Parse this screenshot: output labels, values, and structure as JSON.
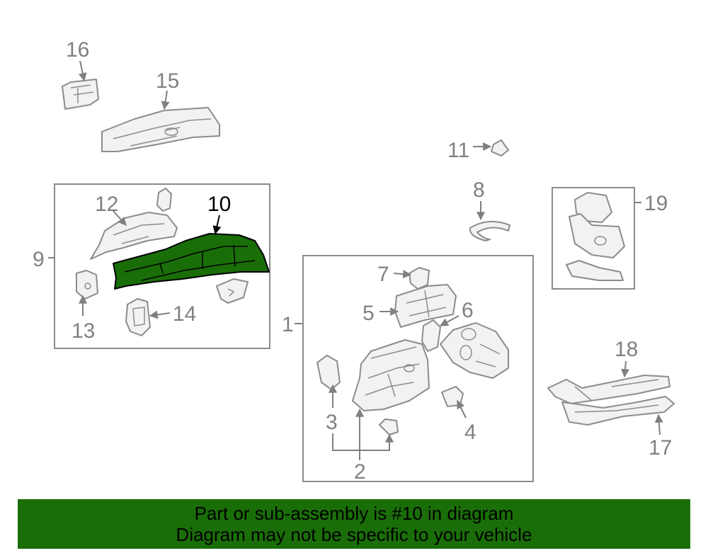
{
  "callouts": {
    "c1": "1",
    "c2": "2",
    "c3": "3",
    "c4": "4",
    "c5": "5",
    "c6": "6",
    "c7": "7",
    "c8": "8",
    "c9": "9",
    "c10": "10",
    "c11": "11",
    "c12": "12",
    "c13": "13",
    "c14": "14",
    "c15": "15",
    "c16": "16",
    "c17": "17",
    "c18": "18",
    "c19": "19"
  },
  "highlight": {
    "part": "10",
    "color": "#1a6e08"
  },
  "banner": {
    "line1": "Part or sub-assembly is #10 in diagram",
    "line2": "Diagram may not be specific to your vehicle",
    "background": "#1a6e08"
  }
}
